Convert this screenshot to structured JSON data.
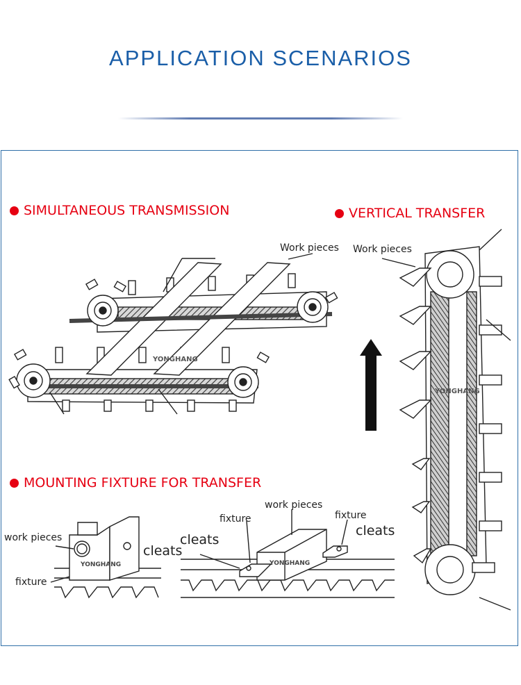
{
  "header": {
    "title": "APPLICATION SCENARIOS"
  },
  "colors": {
    "title": "#1a5ea8",
    "accent_red": "#e60012",
    "dot_red": "#e60012",
    "frame": "#2f6fa8",
    "line": "#222222"
  },
  "sections": {
    "simultaneous": {
      "heading": "SIMULTANEOUS TRANSMISSION",
      "work_pieces": "Work pieces",
      "brand": "YONGHANG"
    },
    "vertical": {
      "heading": "VERTICAL TRANSFER",
      "work_pieces": "Work pieces",
      "brand": "YONGHANG"
    },
    "mounting": {
      "heading": "MOUNTING FIXTURE FOR TRANSFER",
      "left": {
        "work_pieces": "work pieces",
        "fixture": "fixture",
        "cleats": "cleats",
        "brand": "YONGHANG"
      },
      "right": {
        "work_pieces": "work pieces",
        "fixture_left": "fixture",
        "fixture_right": "fixture",
        "cleats_left": "cleats",
        "cleats_right": "cleats",
        "brand": "YONGHANG"
      }
    }
  }
}
